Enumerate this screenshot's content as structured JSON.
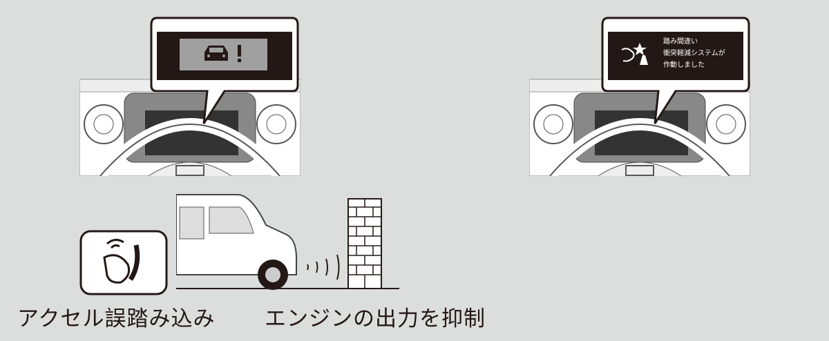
{
  "left_panel": {
    "caption": "アクセル誤踏み込み",
    "display_icon": "car-exclamation-icon"
  },
  "middle_panel": {
    "caption": "エンジンの出力を抑制"
  },
  "right_panel": {
    "message_lines": [
      "踏み間違い",
      "衝突軽減システムが",
      "作動しました"
    ],
    "display_icon": "collision-warning-icon"
  },
  "colors": {
    "background": "#dcdddd",
    "display": "#231815",
    "screen": "#a0a0a0"
  }
}
